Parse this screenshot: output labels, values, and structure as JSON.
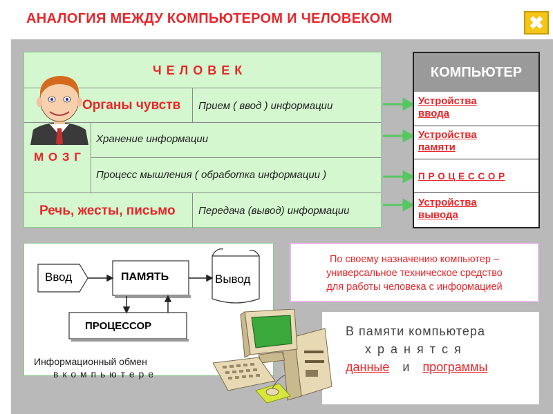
{
  "header": {
    "title": "АНАЛОГИЯ МЕЖДУ КОМПЬЮТЕРОМ И ЧЕЛОВЕКОМ",
    "close_label": "✖"
  },
  "human": {
    "heading": "Ч Е Л О В Е К",
    "rows": [
      {
        "left": "Органы чувств",
        "right": "Прием ( ввод ) информации"
      },
      {
        "left": "М О З Г",
        "right": "Хранение информации"
      },
      {
        "right": "Процесс мышления ( обработка информации )"
      },
      {
        "left": "Речь, жесты, письмо",
        "right": "Передача (вывод) информации"
      }
    ]
  },
  "computer": {
    "heading": "КОМПЬЮТЕР",
    "items": [
      {
        "line1": "Устройства",
        "line2": "ввода"
      },
      {
        "line1": "Устройства",
        "line2": "памяти"
      },
      {
        "line1": "П Р О Ц Е С С О Р",
        "line2": ""
      },
      {
        "line1": "Устройства",
        "line2": "вывода"
      }
    ]
  },
  "diagram": {
    "input": "Ввод",
    "memory": "ПАМЯТЬ",
    "output": "Вывод",
    "processor": "ПРОЦЕССОР",
    "caption_line1": "Информационный обмен",
    "caption_line2": "в к о м п ь ю т е р е"
  },
  "purpose": {
    "line1": "По своему назначению компьютер –",
    "line2": "универсальное техническое средство",
    "line3": "для работы человека с информацией"
  },
  "memory_note": {
    "line1": "В памяти компьютера",
    "line2": "х р а н я т с я",
    "word_data": "данные",
    "word_and": "и",
    "word_programs": "программы"
  },
  "colors": {
    "accent_red": "#e8262a",
    "green_panel": "#d4f7cf",
    "arrow_green": "#55c860",
    "stage_gray": "#b9b9b9"
  },
  "icons": [
    "close-icon",
    "person-face-icon",
    "computer-icon",
    "arrow-right-icon"
  ]
}
